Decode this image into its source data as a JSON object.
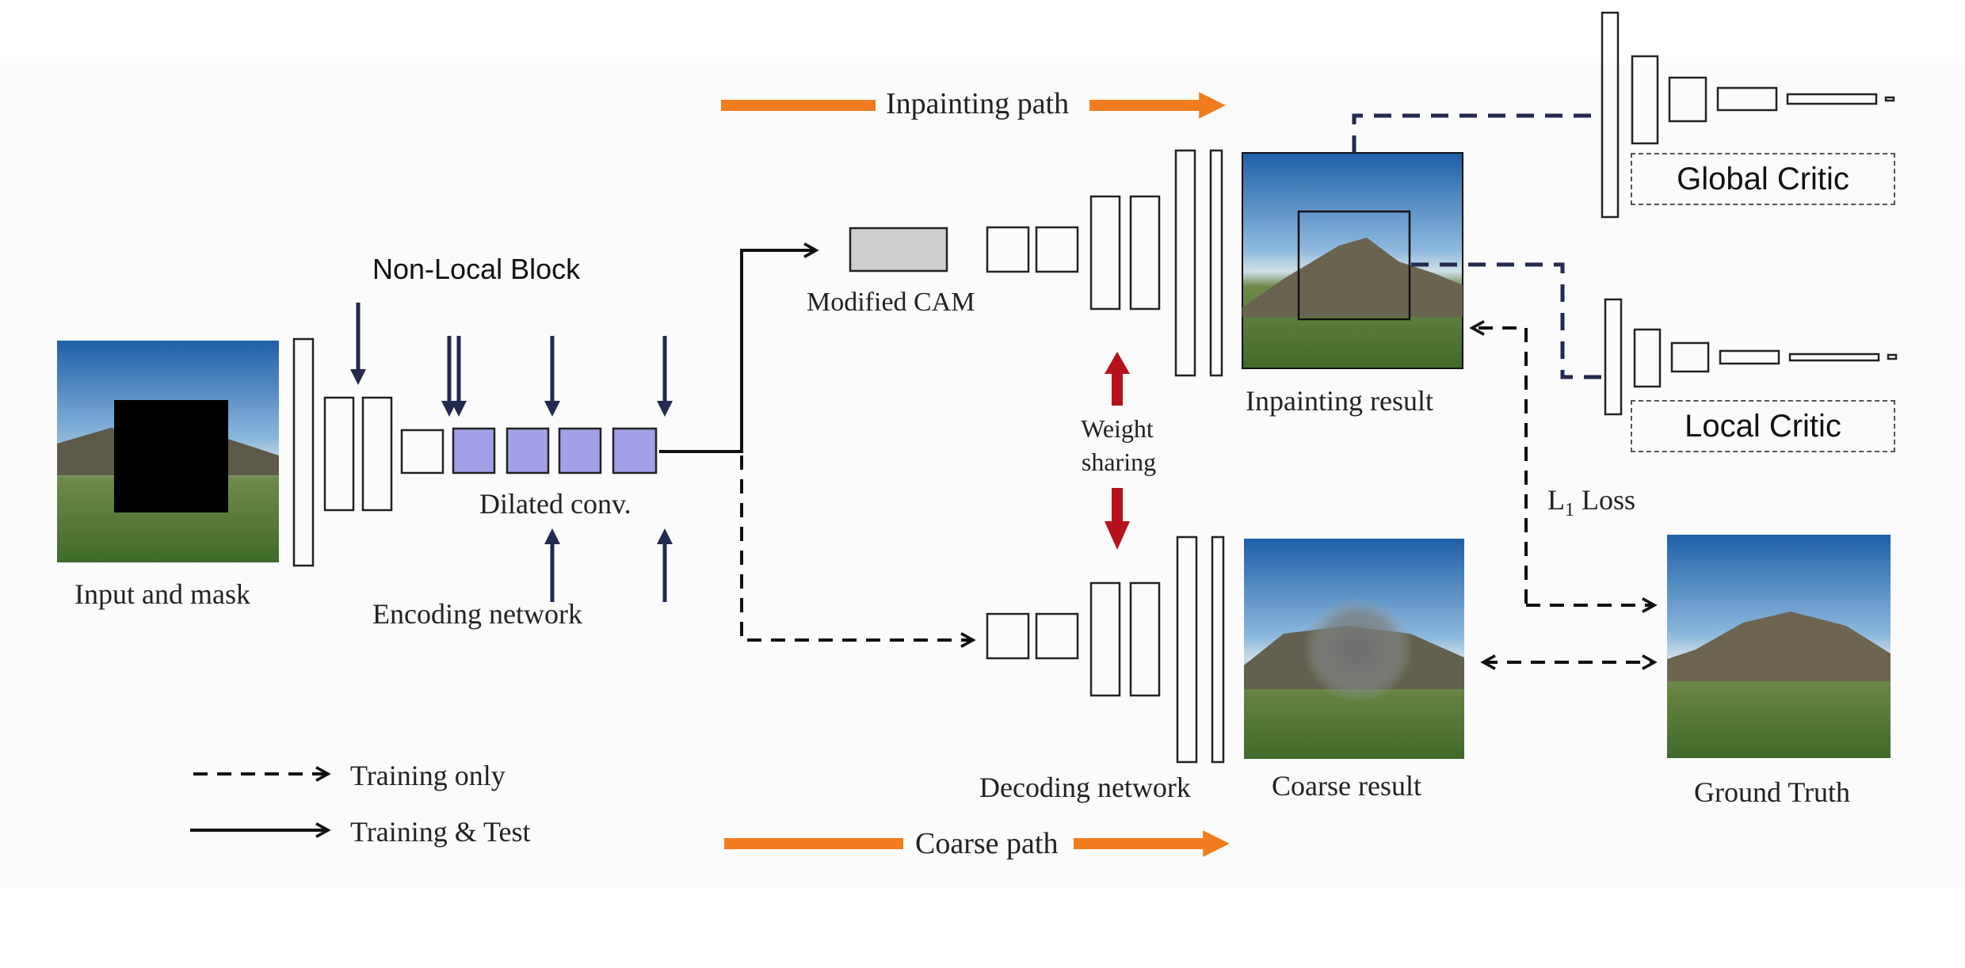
{
  "labels": {
    "inpainting_path": "Inpainting path",
    "coarse_path": "Coarse path",
    "non_local_block": "Non-Local Block",
    "modified_cam": "Modified CAM",
    "dilated_conv": "Dilated conv.",
    "encoding_network": "Encoding network",
    "decoding_network": "Decoding network",
    "input_and_mask": "Input and mask",
    "inpainting_result": "Inpainting result",
    "coarse_result": "Coarse result",
    "ground_truth": "Ground Truth",
    "weight_sharing_line1": "Weight",
    "weight_sharing_line2": "sharing",
    "l1_loss_main": "L",
    "l1_loss_sub": "1",
    "l1_loss_suffix": " Loss",
    "global_critic": "Global Critic",
    "local_critic": "Local Critic"
  },
  "legend": {
    "training_only": "Training  only",
    "training_test": "Training  &  Test"
  },
  "colors": {
    "orange_path": "#f07c1e",
    "navy_arrow": "#23294f",
    "red_arrow": "#b5121b",
    "dilated_fill": "#a2a0e6",
    "cam_fill": "#cfcfd1"
  }
}
